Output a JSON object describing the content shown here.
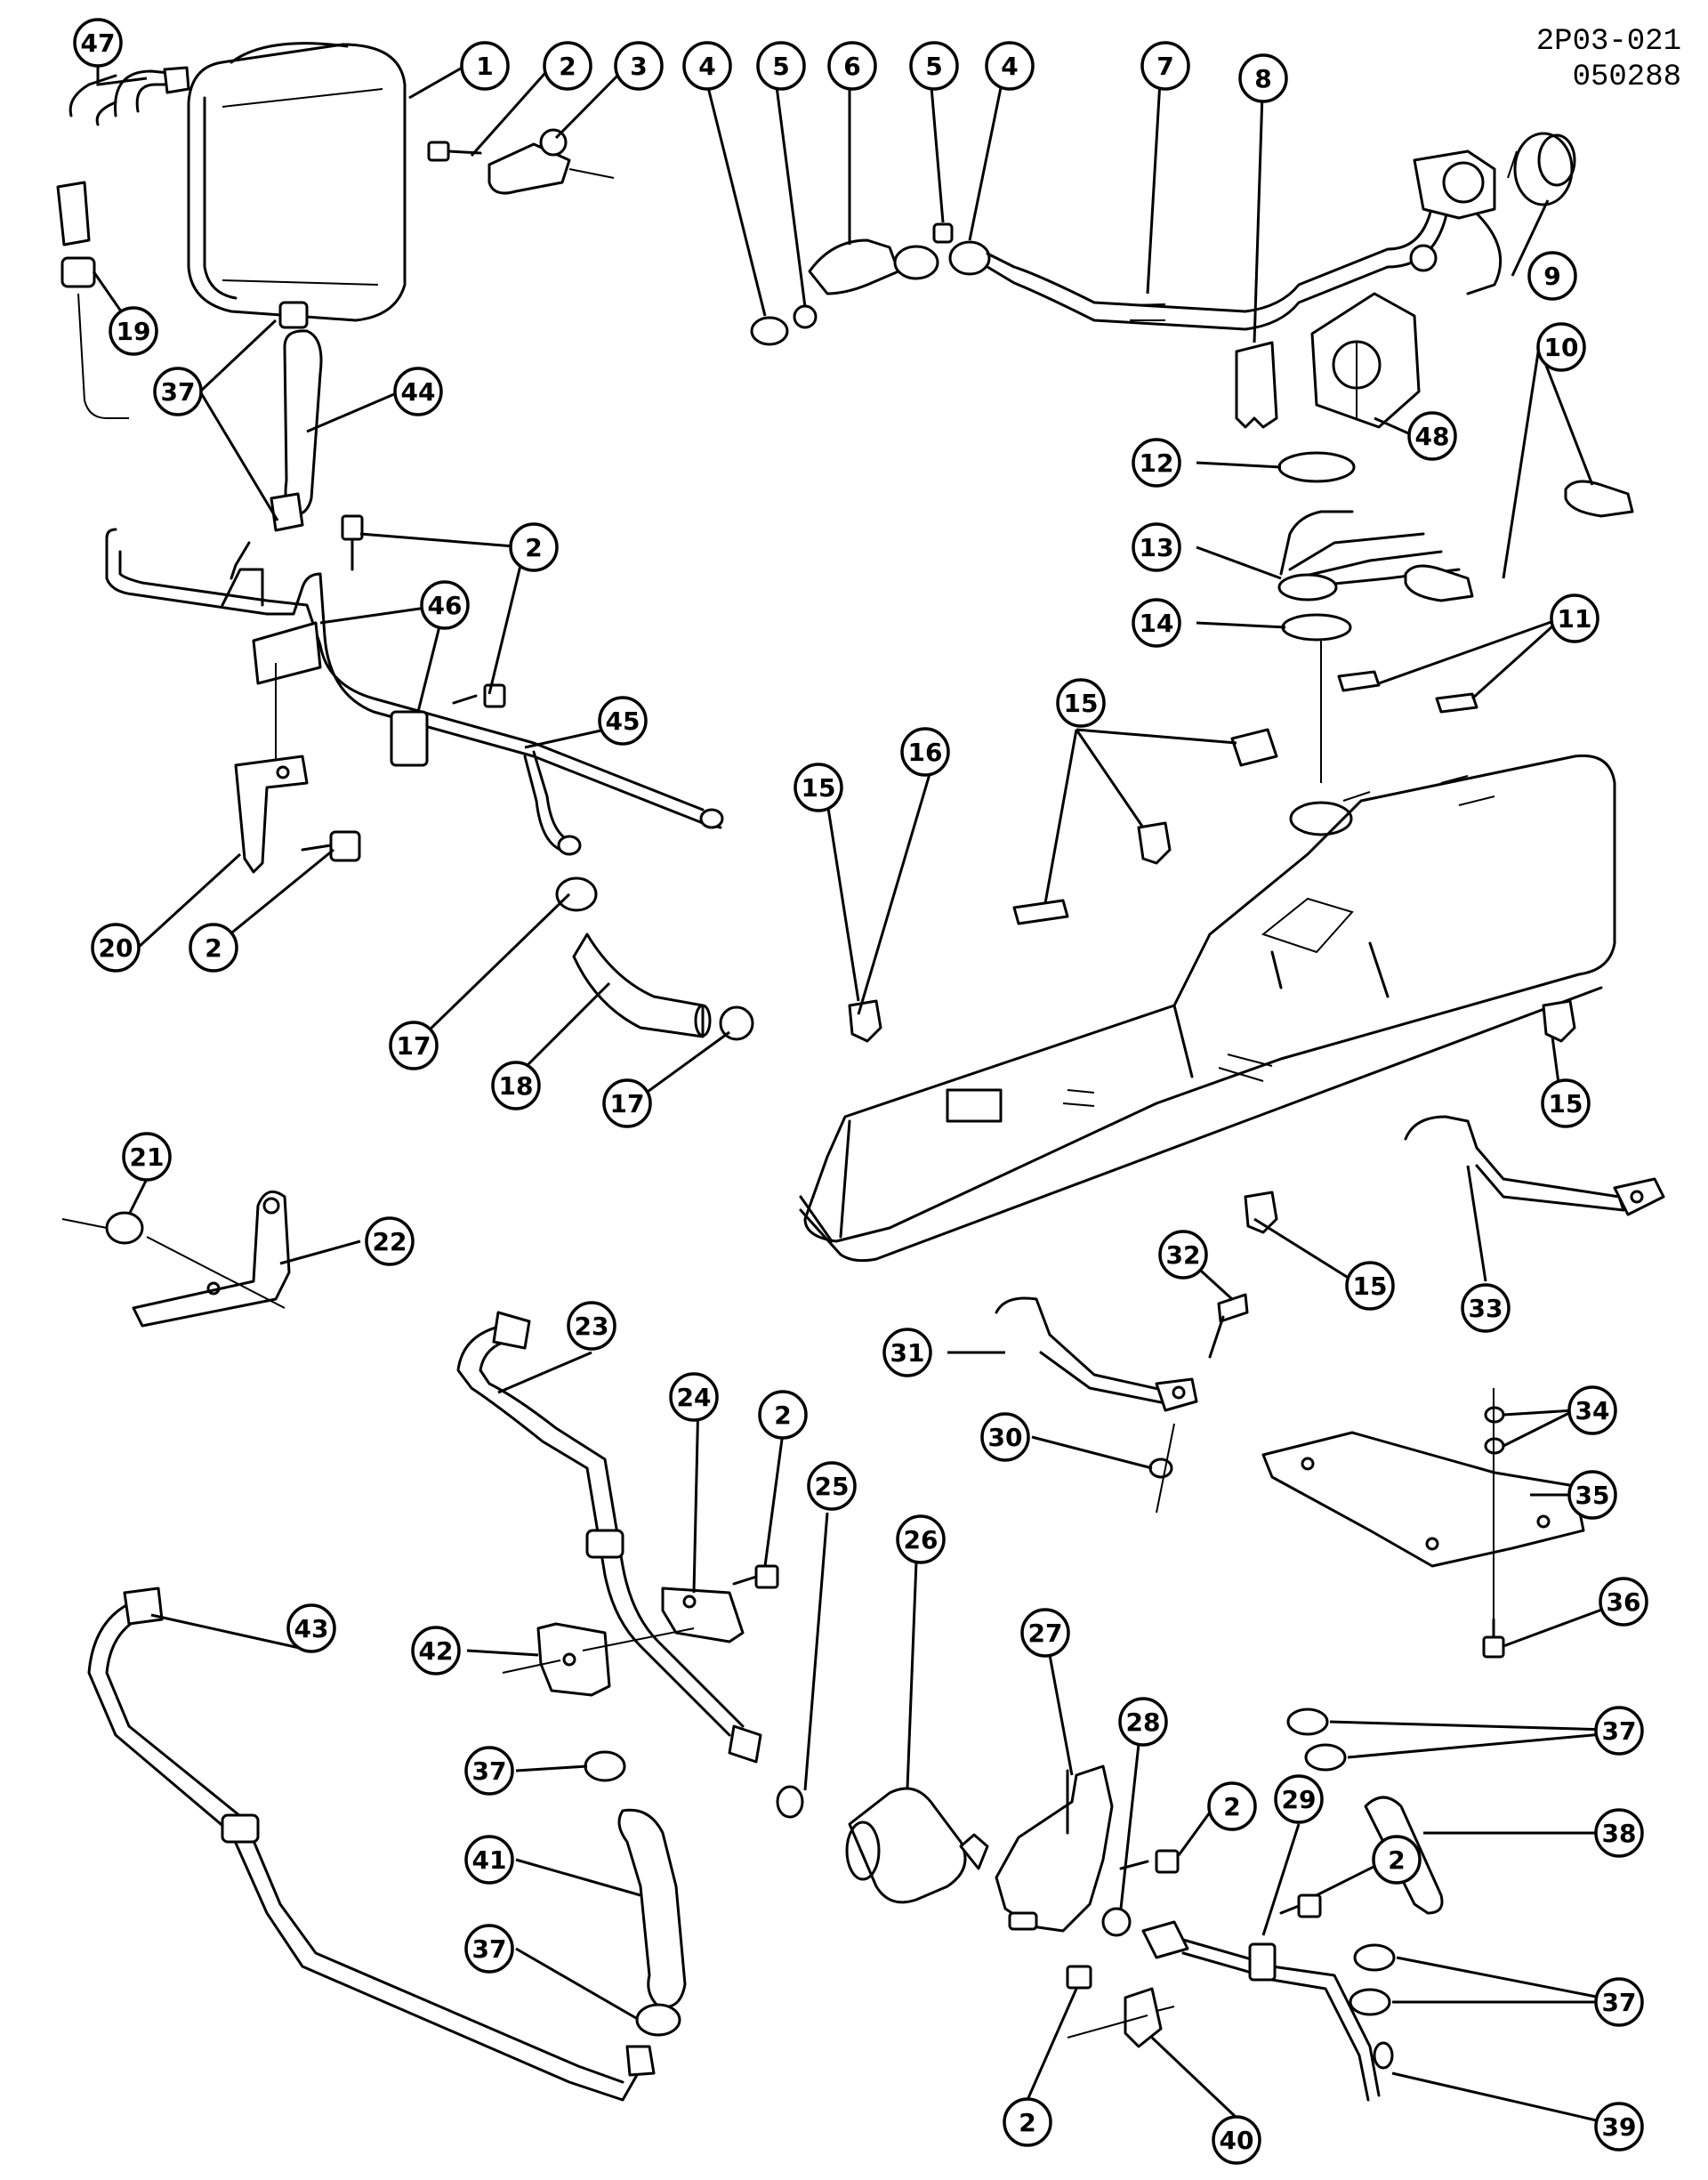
{
  "drawing": {
    "code": "2P03-021",
    "date_code": "050288"
  },
  "callouts": [
    {
      "n": "47"
    },
    {
      "n": "1"
    },
    {
      "n": "2"
    },
    {
      "n": "3"
    },
    {
      "n": "4"
    },
    {
      "n": "5"
    },
    {
      "n": "6"
    },
    {
      "n": "5"
    },
    {
      "n": "4"
    },
    {
      "n": "7"
    },
    {
      "n": "8"
    },
    {
      "n": "9"
    },
    {
      "n": "19"
    },
    {
      "n": "37"
    },
    {
      "n": "44"
    },
    {
      "n": "10"
    },
    {
      "n": "48"
    },
    {
      "n": "12"
    },
    {
      "n": "13"
    },
    {
      "n": "2"
    },
    {
      "n": "46"
    },
    {
      "n": "14"
    },
    {
      "n": "11"
    },
    {
      "n": "45"
    },
    {
      "n": "15"
    },
    {
      "n": "16"
    },
    {
      "n": "15"
    },
    {
      "n": "20"
    },
    {
      "n": "2"
    },
    {
      "n": "17"
    },
    {
      "n": "18"
    },
    {
      "n": "17"
    },
    {
      "n": "15"
    },
    {
      "n": "21"
    },
    {
      "n": "22"
    },
    {
      "n": "32"
    },
    {
      "n": "15"
    },
    {
      "n": "33"
    },
    {
      "n": "23"
    },
    {
      "n": "24"
    },
    {
      "n": "2"
    },
    {
      "n": "31"
    },
    {
      "n": "34"
    },
    {
      "n": "30"
    },
    {
      "n": "35"
    },
    {
      "n": "42"
    },
    {
      "n": "43"
    },
    {
      "n": "25"
    },
    {
      "n": "26"
    },
    {
      "n": "36"
    },
    {
      "n": "27"
    },
    {
      "n": "28"
    },
    {
      "n": "37"
    },
    {
      "n": "2"
    },
    {
      "n": "29"
    },
    {
      "n": "2"
    },
    {
      "n": "38"
    },
    {
      "n": "37"
    },
    {
      "n": "41"
    },
    {
      "n": "37"
    },
    {
      "n": "37"
    },
    {
      "n": "2"
    },
    {
      "n": "40"
    },
    {
      "n": "39"
    }
  ]
}
